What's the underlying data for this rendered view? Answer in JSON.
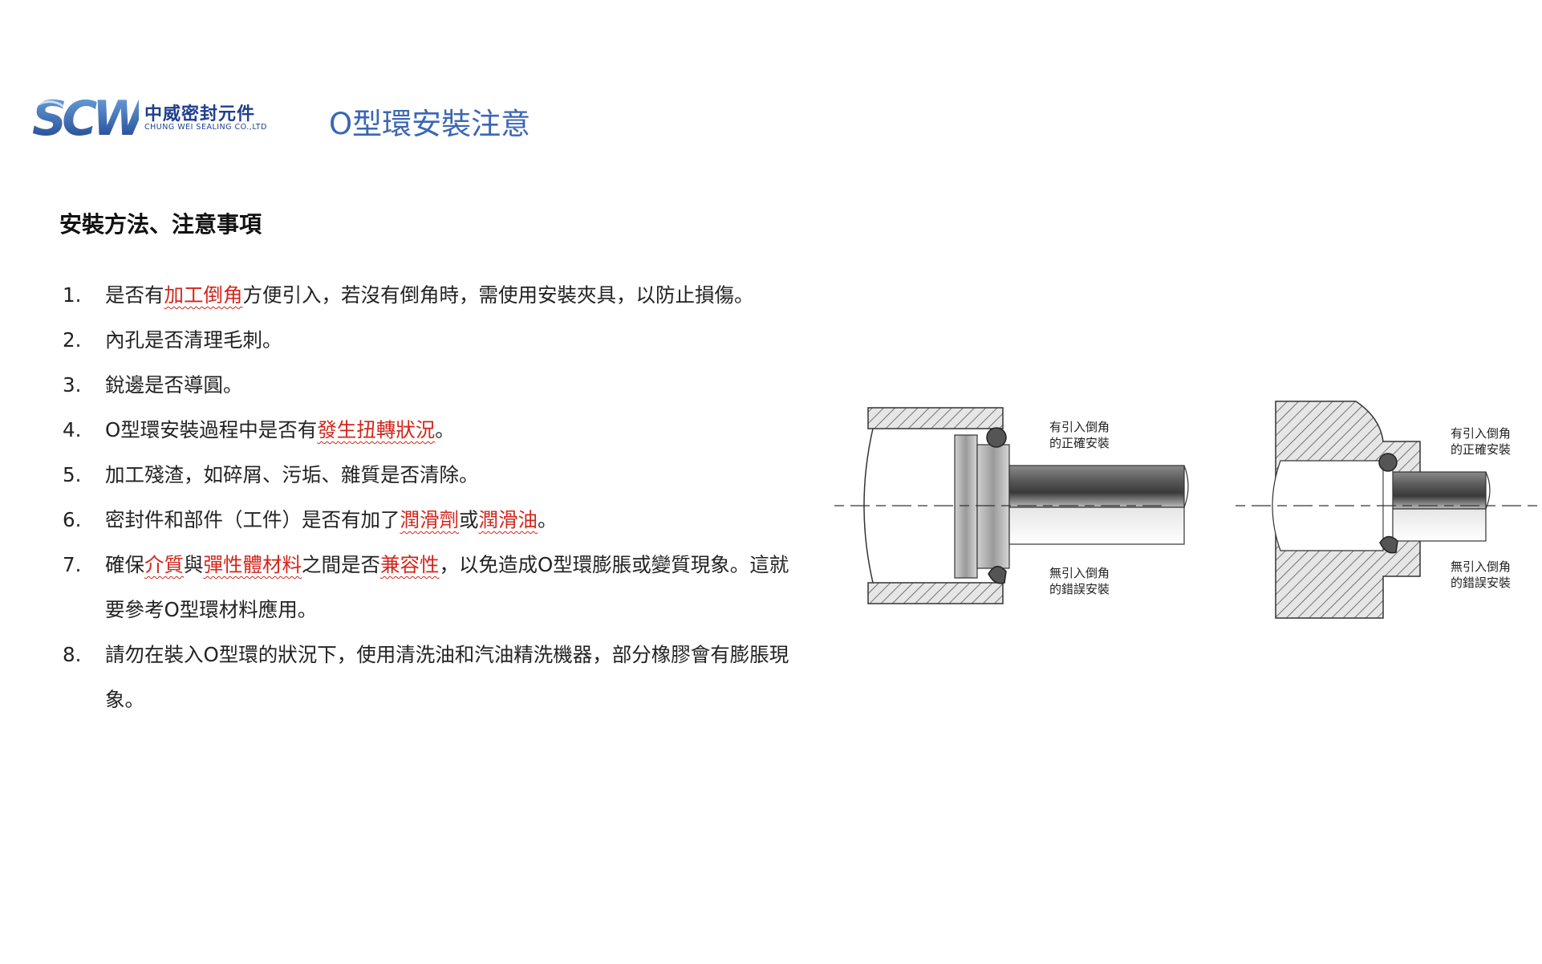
{
  "header": {
    "logo_letters": "SCW",
    "logo_cn": "中威密封元件",
    "logo_en": "CHUNG WEI SEALING CO.,LTD",
    "title": "O型環安裝注意"
  },
  "section": {
    "heading": "安裝方法、注意事項"
  },
  "items": [
    {
      "num": "1.",
      "segments": [
        {
          "text": "是否有"
        },
        {
          "text": "加工倒角",
          "hl": true
        },
        {
          "text": "方便引入，若沒有倒角時，需使用安裝夾具，以防止損傷。"
        }
      ]
    },
    {
      "num": "2.",
      "segments": [
        {
          "text": "內孔是否清理毛刺。"
        }
      ]
    },
    {
      "num": "3.",
      "segments": [
        {
          "text": "銳邊是否導圓。"
        }
      ]
    },
    {
      "num": "4.",
      "segments": [
        {
          "text": "O型環安裝過程中是否有"
        },
        {
          "text": "發生扭轉狀況",
          "hl": true
        },
        {
          "text": "。"
        }
      ]
    },
    {
      "num": "5.",
      "segments": [
        {
          "text": "加工殘渣，如碎屑、污垢、雜質是否清除。"
        }
      ]
    },
    {
      "num": "6.",
      "segments": [
        {
          "text": "密封件和部件（工件）是否有加了"
        },
        {
          "text": "潤滑劑",
          "hl": true
        },
        {
          "text": "或"
        },
        {
          "text": "潤滑油",
          "hl": true
        },
        {
          "text": "。"
        }
      ]
    },
    {
      "num": "7.",
      "segments": [
        {
          "text": "確保"
        },
        {
          "text": "介質",
          "hl": true
        },
        {
          "text": "與"
        },
        {
          "text": "彈性體材料",
          "hl": true
        },
        {
          "text": "之間是否"
        },
        {
          "text": "兼容性",
          "hl": true
        },
        {
          "text": "，以免造成O型環膨脹或變質現象。這就要參考O型環材料應用。"
        }
      ]
    },
    {
      "num": "8.",
      "segments": [
        {
          "text": "請勿在裝入O型環的狀況下，使用清洗油和汽油精洗機器，部分橡膠會有膨脹現象。"
        }
      ]
    }
  ],
  "diagram": {
    "left_correct": [
      "有引入倒角",
      "的正確安裝"
    ],
    "left_wrong": [
      "無引入倒角",
      "的錯誤安裝"
    ],
    "right_correct": [
      "有引入倒角",
      "的正確安裝"
    ],
    "right_wrong": [
      "無引入倒角",
      "的錯誤安裝"
    ]
  },
  "colors": {
    "brand": "#1f3f8f",
    "title": "#3a67b4",
    "highlight": "#d2261c"
  }
}
